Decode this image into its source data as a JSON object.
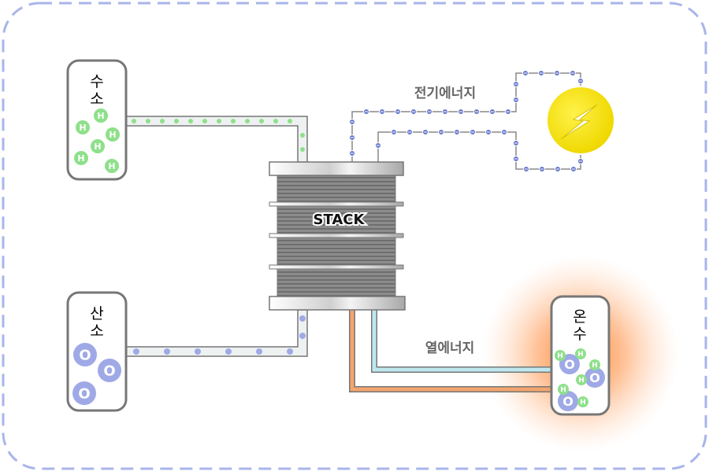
{
  "labels": {
    "hydrogen": [
      "수",
      "소"
    ],
    "oxygen": [
      "산",
      "소"
    ],
    "hot_water": [
      "온",
      "수"
    ],
    "stack": "STACK",
    "electric_energy": "전기에너지",
    "heat_energy": "열에너지",
    "atom_h": "H",
    "atom_o": "O"
  },
  "icons": {
    "bulb": "lightning-bolt-icon"
  },
  "colors": {
    "border_dashed": "#a9b5ea",
    "hydrogen": "#8ee08a",
    "oxygen": "#9fa9e6",
    "bulb": "#f6e81c",
    "cold_pipe": "#bfe7ef",
    "hot_pipe": "#f3a46e",
    "glow": "#ff8a3a",
    "wire_node": "#6677cc"
  }
}
